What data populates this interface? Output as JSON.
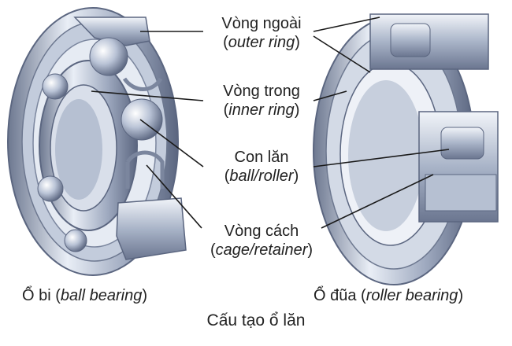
{
  "labels": {
    "outer_ring": {
      "vi": "Vòng ngoài",
      "en": "outer ring"
    },
    "inner_ring": {
      "vi": "Vòng trong",
      "en": "inner ring"
    },
    "rolling_element": {
      "vi": "Con lăn",
      "en": "ball/roller"
    },
    "cage": {
      "vi": "Vòng cách",
      "en": "cage/retainer"
    }
  },
  "captions": {
    "ball_bearing": {
      "vi": "Ổ bi",
      "en": "ball bearing"
    },
    "roller_bearing": {
      "vi": "Ổ đũa",
      "en": "roller bearing"
    }
  },
  "title": "Cấu tạo ổ lăn",
  "colors": {
    "steel_light": "#e4e9f2",
    "steel_mid": "#a9b4c8",
    "steel_dark": "#5b6680",
    "leader_line": "#1a1a1a"
  }
}
